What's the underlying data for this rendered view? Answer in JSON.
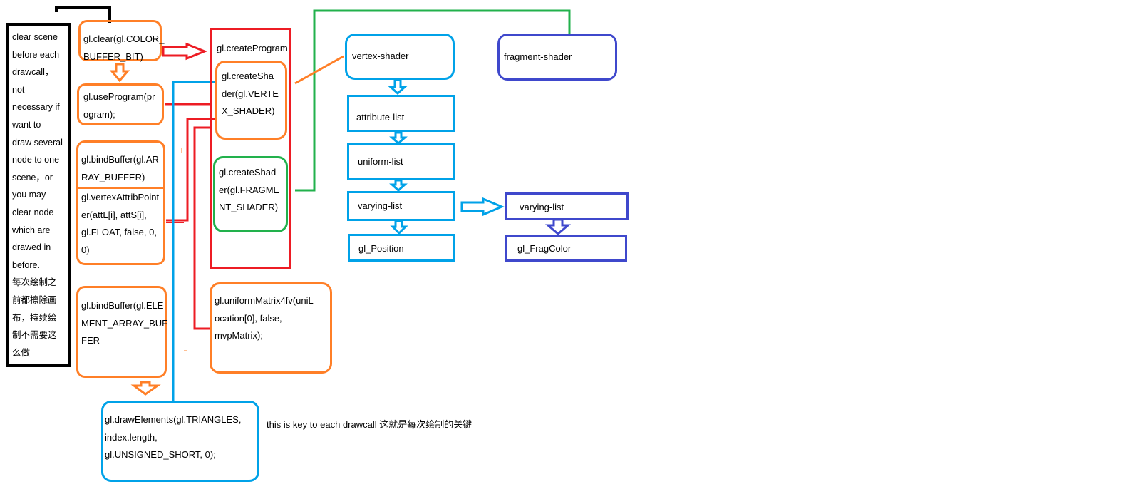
{
  "colors": {
    "black": "#000000",
    "orange": "#ff7f27",
    "red": "#ed1c24",
    "green": "#22b14c",
    "light_blue": "#00a2e8",
    "dark_blue": "#3f48cc"
  },
  "notes": {
    "clear_scene": "clear scene\nbefore each\ndrawcall，\nnot\nnecessary if\nwant to\ndraw several\nnode to one\nscene，or\nyou may\nclear node\nwhich are\ndrawed in\nbefore.\n每次绘制之\n前都擦除画\n布，持续绘\n制不需要这\n么做",
    "key_drawcall": "this is key to each drawcall 这就是每次绘制的关键"
  },
  "calls": {
    "clear": "gl.clear(gl.COLOR_\nBUFFER_BIT)",
    "use_program": "gl.useProgram(pr\nogram);",
    "bind_array_buffer": "gl.bindBuffer(gl.AR\nRAY_BUFFER)",
    "vertex_attrib_pointer": "gl.vertexAttribPoint\ner(attL[i], attS[i],\ngl.FLOAT, false, 0,\n0)",
    "bind_element_buffer": "gl.bindBuffer(gl.ELE\nMENT_ARRAY_BUF\nFER",
    "draw_elements": "gl.drawElements(gl.TRIANGLES,\nindex.length,\ngl.UNSIGNED_SHORT, 0);",
    "create_program": "gl.createProgram",
    "create_vertex_shader": "gl.createSha\nder(gl.VERTE\nX_SHADER)",
    "create_fragment_shader": "gl.createShad\ner(gl.FRAGME\nNT_SHADER)",
    "uniform_matrix": "gl.uniformMatrix4fv(uniL\nocation[0], false,\nmvpMatrix);"
  },
  "shader": {
    "vertex_shader": "vertex-shader",
    "fragment_shader": "fragment-shader",
    "attribute_list": "attribute-list",
    "uniform_list": "uniform-list",
    "varying_list": "varying-list",
    "gl_position": "gl_Position",
    "frag_varying_list": "varying-list",
    "gl_frag_color": "gl_FragColor"
  }
}
